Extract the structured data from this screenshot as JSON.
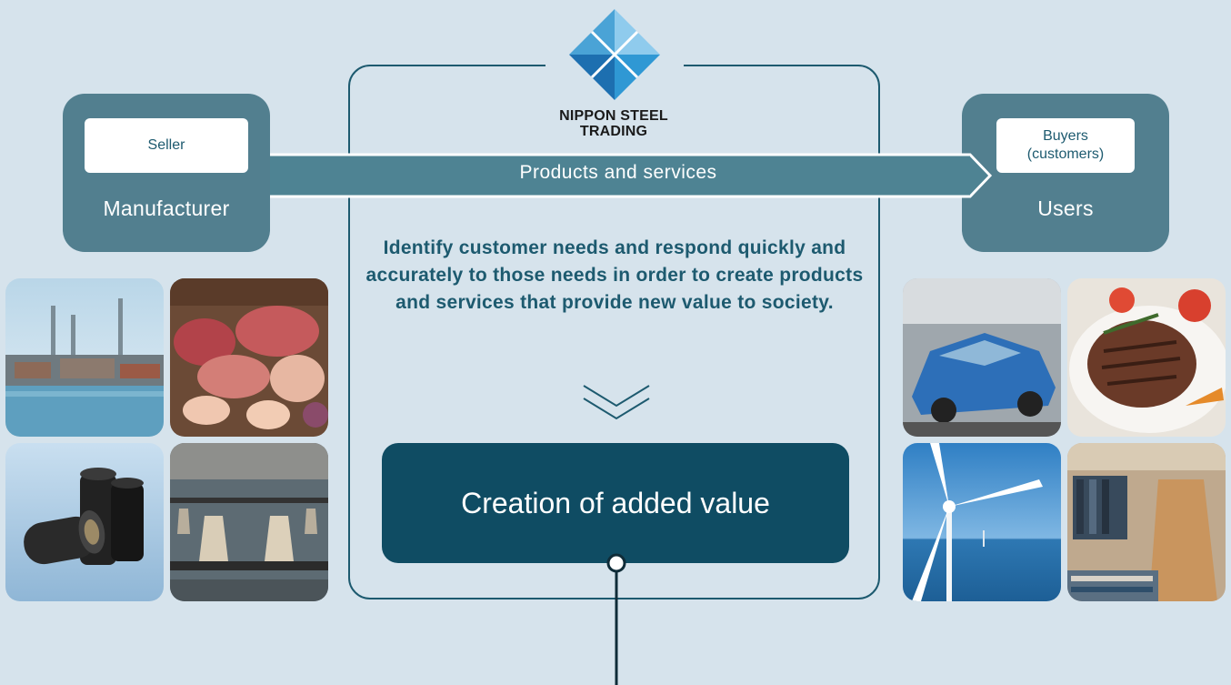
{
  "brand": {
    "name_line1": "NIPPON STEEL",
    "name_line2": "TRADING",
    "logo_colors": [
      "#4aa3d6",
      "#8fcbed",
      "#1d6fb0",
      "#2f98d4"
    ]
  },
  "seller": {
    "label": "Seller",
    "title": "Manufacturer"
  },
  "buyer": {
    "label": "Buyers (customers)",
    "title": "Users"
  },
  "flow": {
    "label": "Products and services"
  },
  "center": {
    "mission": "Identify customer needs and respond quickly and accurately to those needs in order to create products and services that provide new value to society.",
    "value": "Creation of added value"
  },
  "photos": {
    "seller": [
      "steel-plant-photo",
      "meat-photo",
      "carbon-fiber-spools-photo",
      "textile-spindles-photo"
    ],
    "buyer": [
      "car-assembly-photo",
      "steak-dish-photo",
      "wind-turbine-photo",
      "apparel-store-photo"
    ]
  },
  "colors": {
    "background": "#d6e3ec",
    "box": "#527f8f",
    "dark": "#0f4c63",
    "frame": "#1d5a6f"
  }
}
